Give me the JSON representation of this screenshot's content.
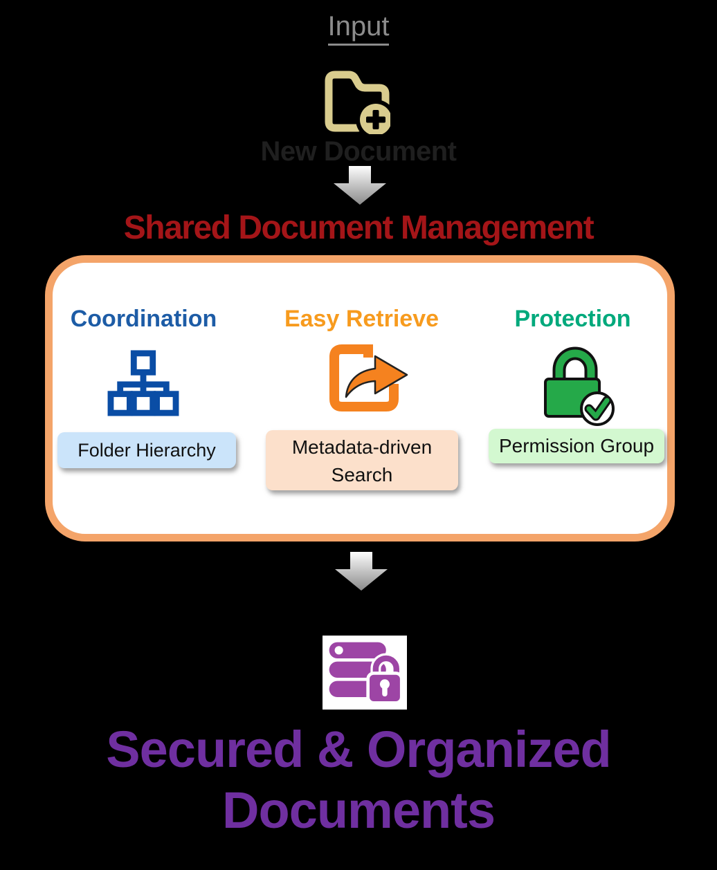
{
  "background": "#000000",
  "input_section": {
    "label": "Input",
    "label_color": "#8c8c8c",
    "icon": "folder-plus-icon",
    "icon_color": "#d9cc8e",
    "caption": "New Document",
    "caption_color": "#1f1f1f"
  },
  "process_section": {
    "title": "Shared Document Management",
    "title_color": "#a41518",
    "box_border_color": "#f4a469",
    "box_fill": "#ffffff",
    "columns": [
      {
        "title": "Coordination",
        "title_color": "#1d5ca6",
        "icon": "org-hierarchy-icon",
        "icon_color": "#0a4da5",
        "label": "Folder Hierarchy",
        "label_bg": "#cbe4fa"
      },
      {
        "title": "Easy Retrieve",
        "title_color": "#f79b1e",
        "icon": "share-export-icon",
        "icon_color": "#f5821f",
        "label": "Metadata-driven Search",
        "label_lines": [
          "Metadata-driven",
          "Search"
        ],
        "label_bg": "#fce0cb"
      },
      {
        "title": "Protection",
        "title_color": "#00a97c",
        "icon": "lock-check-icon",
        "icon_color": "#25a949",
        "label": "Permission Group",
        "label_bg": "#d3f8d0"
      }
    ]
  },
  "arrows": {
    "style": "down-block-arrow",
    "gradient_top": "#fdfdfd",
    "gradient_bottom": "#8a8a8a"
  },
  "output_section": {
    "icon": "secure-database-icon",
    "icon_color": "#9d45a5",
    "title": "Secured & Organized Documents",
    "title_lines": [
      "Secured & Organized",
      "Documents"
    ],
    "title_color": "#6f2fa0"
  }
}
